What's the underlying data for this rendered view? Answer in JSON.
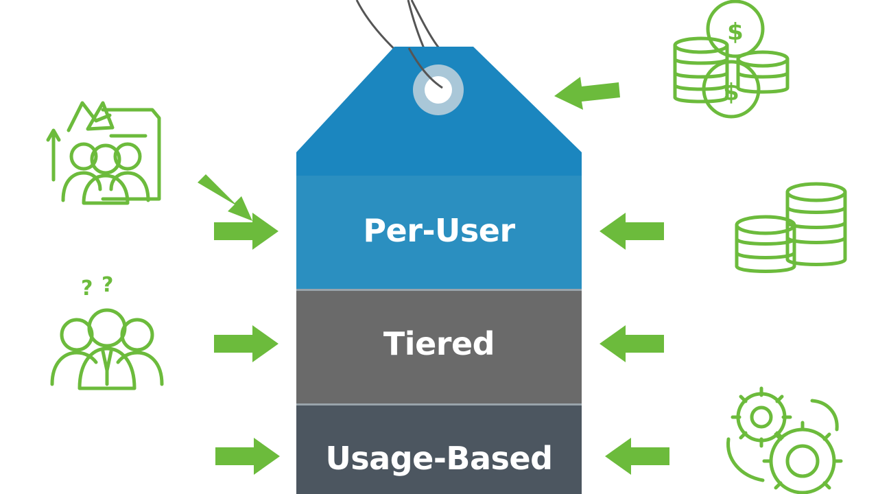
{
  "tag": {
    "bands": [
      {
        "label": "Per-User",
        "color": "#2b8fc0"
      },
      {
        "label": "Tiered",
        "color": "#6a6a6a"
      },
      {
        "label": "Usage-Based",
        "color": "#4c5660"
      }
    ],
    "top_color": "#1b86bf"
  },
  "icons": {
    "accent": "#6cbb3c",
    "left": [
      "team-growth-icon",
      "confused-team-icon"
    ],
    "right": [
      "coins-dollar-icon",
      "coin-stacks-icon",
      "gears-icon"
    ]
  },
  "symbols": {
    "dollar": "$",
    "question": "?"
  }
}
